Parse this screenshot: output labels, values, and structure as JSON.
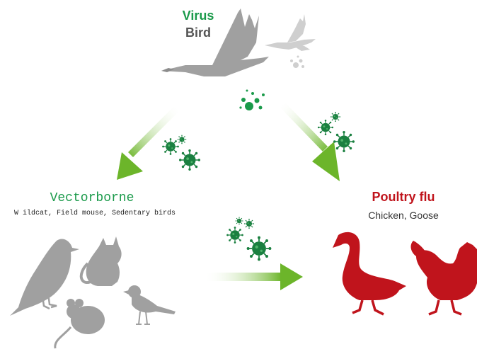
{
  "source": {
    "title": "Virus",
    "subtitle": "Bird"
  },
  "vector": {
    "title": "Vectorborne",
    "subtitle": "W ildcat, Field mouse, Sedentary birds"
  },
  "poultry": {
    "title": "Poultry flu",
    "subtitle": "Chicken, Goose"
  },
  "colors": {
    "virus_green": "#1a9a4a",
    "arrow_green": "#7dbd2e",
    "silhouette_gray": "#a0a0a0",
    "poultry_red": "#c0141c",
    "text_dark": "#555555"
  },
  "icons": {
    "source": "flying-crane-icon",
    "vector_animals": [
      "bird-icon",
      "cat-icon",
      "mouse-icon",
      "songbird-icon"
    ],
    "poultry_animals": [
      "goose-icon",
      "rooster-icon"
    ],
    "pathogen": "virus-particle-icon"
  }
}
